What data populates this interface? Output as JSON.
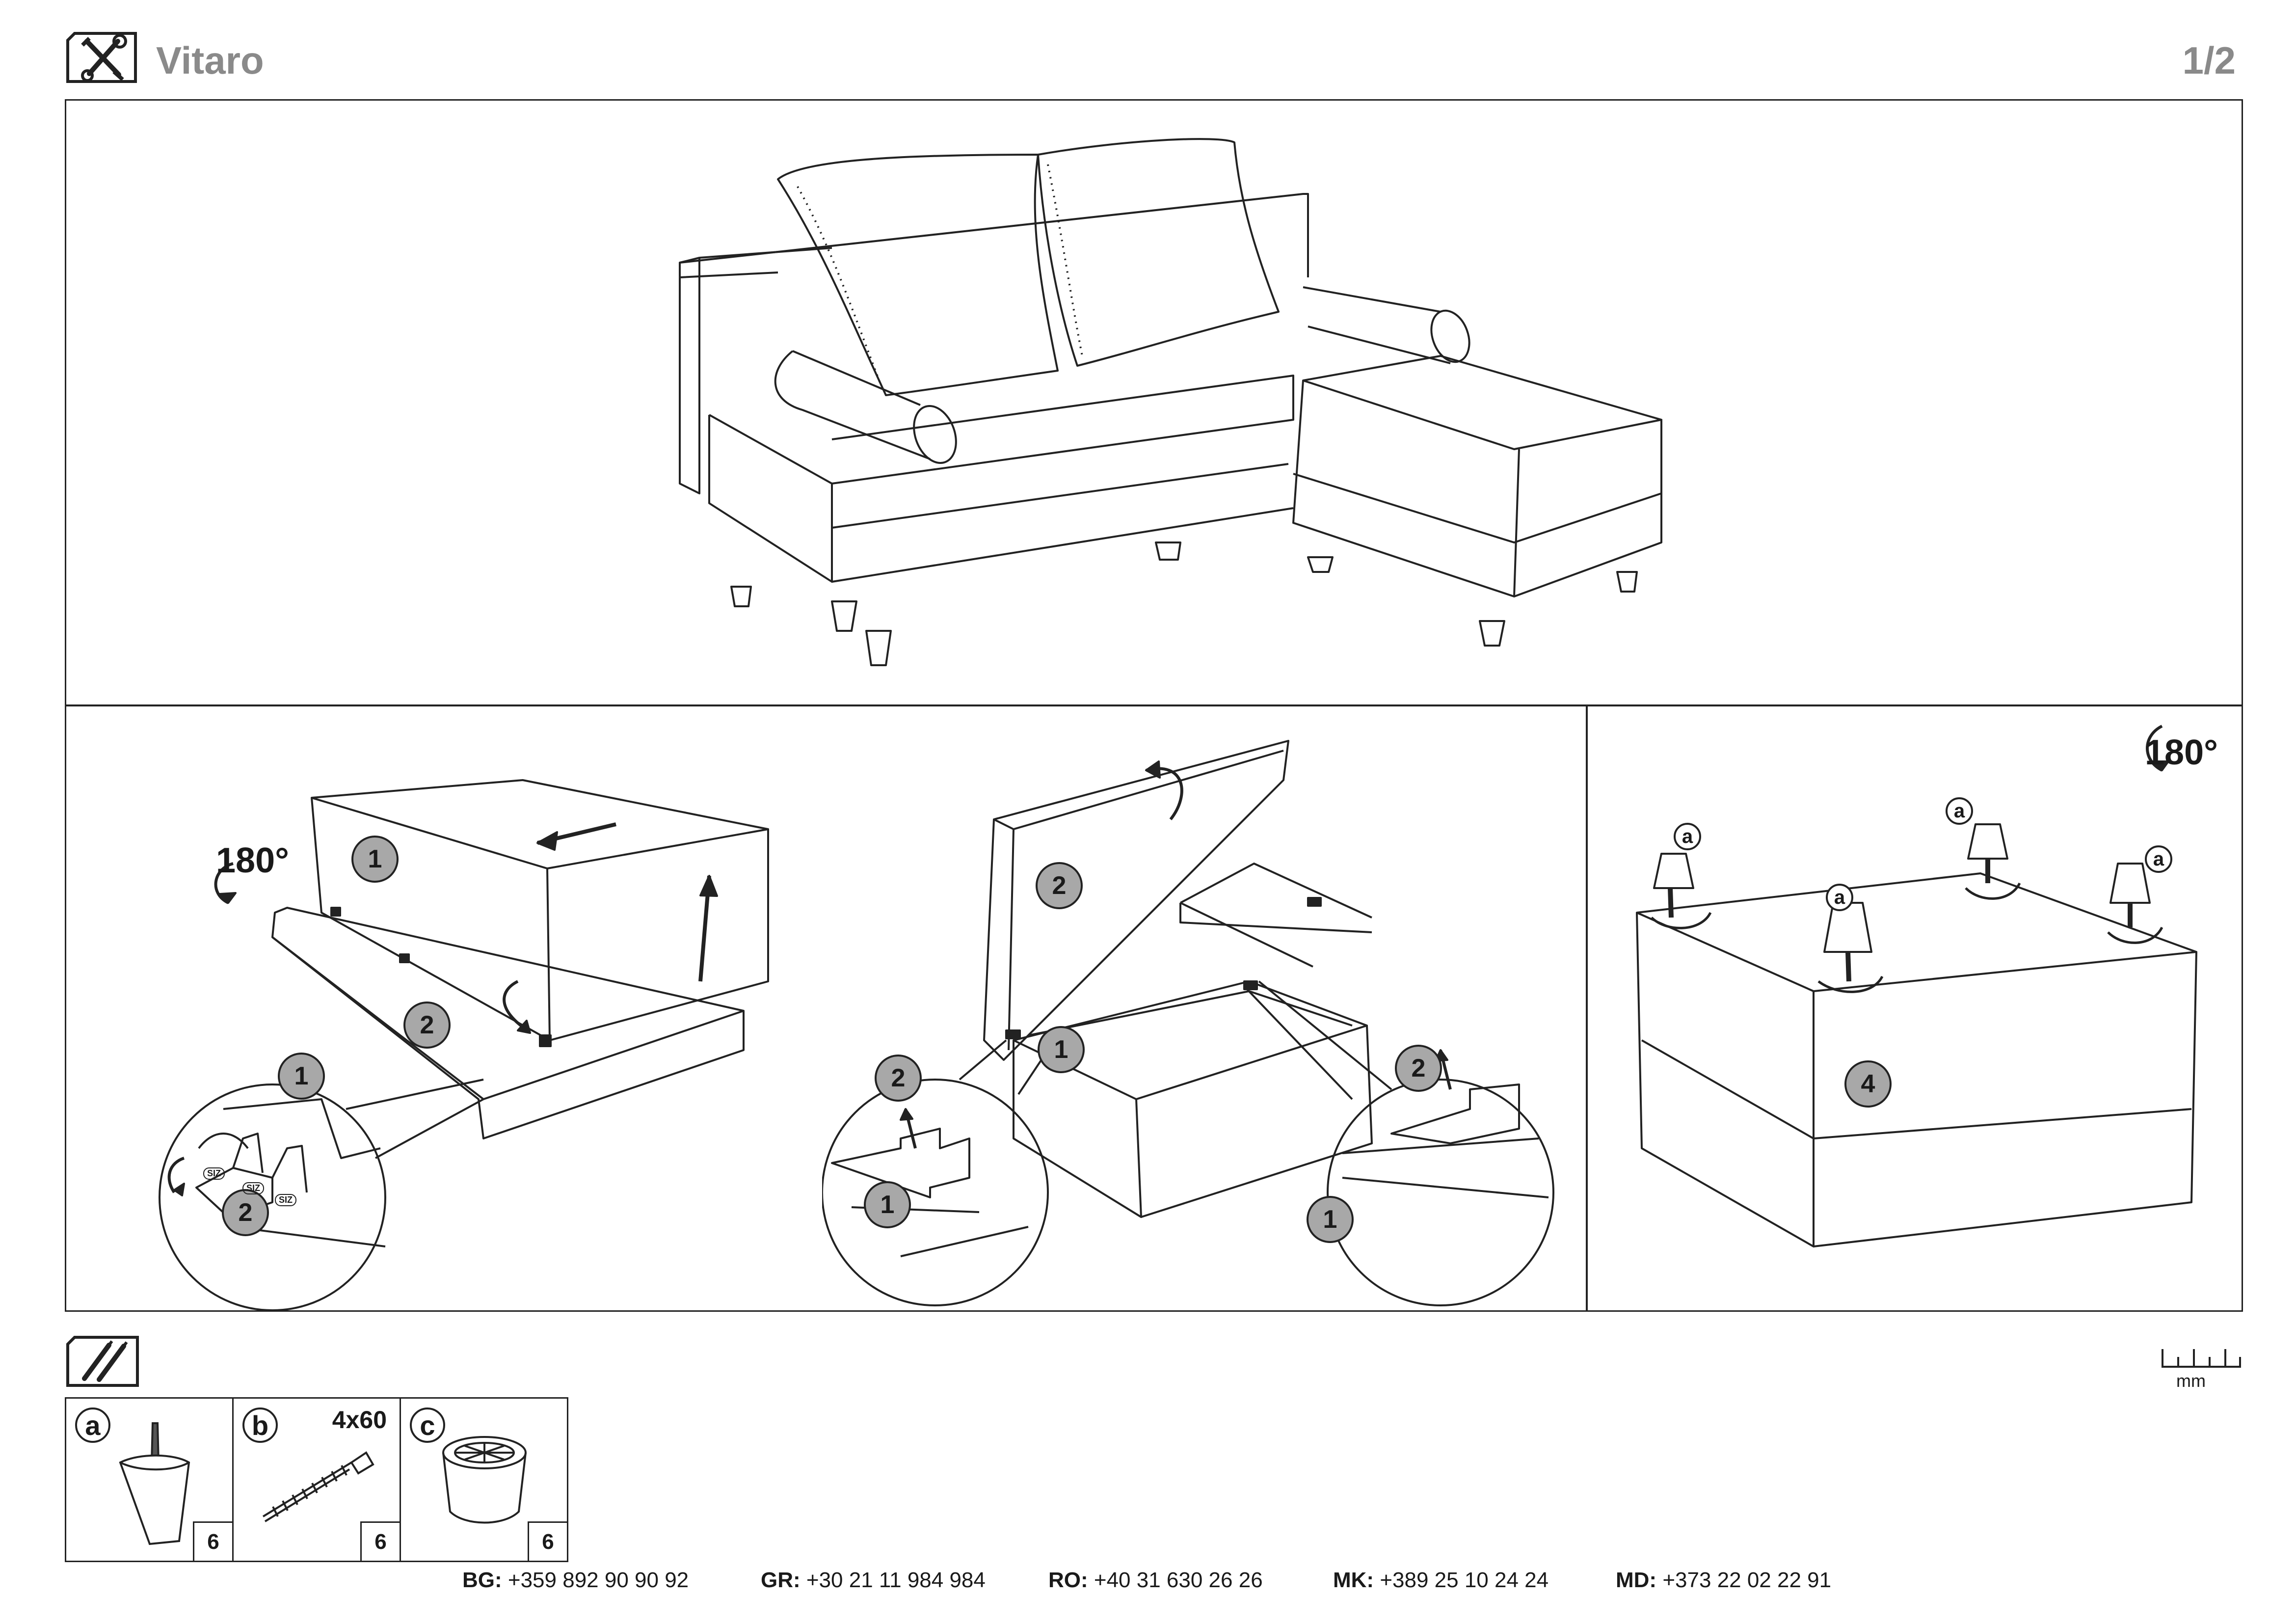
{
  "header": {
    "icon": "tools-icon",
    "title": "Vitaro",
    "page": "1/2"
  },
  "steps": {
    "rotate_label_left": "180°",
    "rotate_label_right": "180°",
    "callouts": {
      "s1_top": "1",
      "s1_bottom": "2",
      "s1_zoom_top": "1",
      "s1_zoom_bottom": "2",
      "s2_lid": "2",
      "s2_box": "1",
      "s2_zoomL_top": "2",
      "s2_zoomL_bottom": "1",
      "s2_zoomR_top": "2",
      "s2_zoomR_bottom": "1",
      "s3_box": "4",
      "leg_a1": "a",
      "leg_a2": "a",
      "leg_a3": "a",
      "leg_a4": "a"
    },
    "hinge_marks": [
      "SIZ",
      "SIZ",
      "SIZ"
    ]
  },
  "parts": {
    "icon": "screwdriver-parts-icon",
    "items": [
      {
        "letter": "a",
        "size": "",
        "count": "6",
        "icon": "furniture-leg-icon"
      },
      {
        "letter": "b",
        "size": "4x60",
        "count": "6",
        "icon": "screw-icon"
      },
      {
        "letter": "c",
        "size": "",
        "count": "6",
        "icon": "round-foot-icon"
      }
    ]
  },
  "ruler": {
    "unit": "mm"
  },
  "footer": {
    "contacts": [
      {
        "code": "BG:",
        "phone": "+359 892 90 90 92"
      },
      {
        "code": "GR:",
        "phone": "+30 21 11 984 984"
      },
      {
        "code": "RO:",
        "phone": "+40 31 630 26 26"
      },
      {
        "code": "MK:",
        "phone": "+389 25 10 24 24"
      },
      {
        "code": "MD:",
        "phone": "+373 22 02 22 91"
      }
    ]
  }
}
